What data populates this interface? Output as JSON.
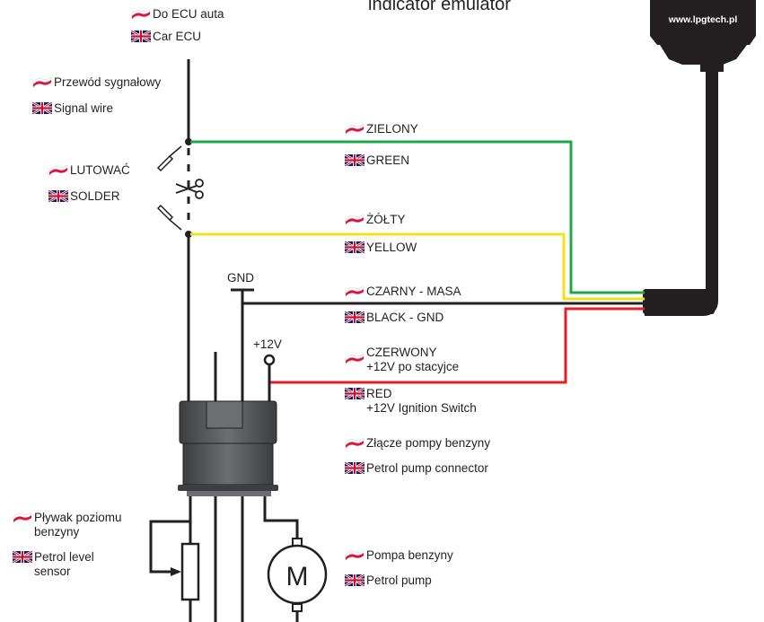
{
  "title_fragment": "indicator emulator",
  "device_label": "www.lpgtech.pl",
  "labels": {
    "to_ecu_pl": "Do ECU auta",
    "to_ecu_en": "Car ECU",
    "signal_wire_pl": "Przewód sygnałowy",
    "signal_wire_en": "Signal wire",
    "solder_pl": "LUTOWAĆ",
    "solder_en": "SOLDER",
    "green_pl": "ZIELONY",
    "green_en": "GREEN",
    "yellow_pl": "ŻÓŁTY",
    "yellow_en": "YELLOW",
    "gnd": "GND",
    "black_pl": "CZARNY - MASA",
    "black_en": "BLACK - GND",
    "plus12v": "+12V",
    "red_pl_1": "CZERWONY",
    "red_pl_2": "+12V po stacyjce",
    "red_en_1": "RED",
    "red_en_2": "+12V Ignition Switch",
    "connector_pl": "Złącze pompy benzyny",
    "connector_en": "Petrol pump connector",
    "level_pl_1": "Pływak poziomu",
    "level_pl_2": "benzyny",
    "level_en_1": "Petrol level",
    "level_en_2": "sensor",
    "pump_pl": "Pompa benzyny",
    "pump_en": "Petrol pump",
    "motor_letter": "M"
  },
  "colors": {
    "green_wire": "#1ea84a",
    "yellow_wire": "#f2e11a",
    "red_wire": "#e31e24",
    "black_wire": "#231f20",
    "connector_body": "#58595b",
    "flag_pl_white": "#ffffff",
    "flag_pl_red": "#dc143c",
    "flag_uk_blue": "#012169",
    "flag_uk_red": "#c8102e"
  }
}
